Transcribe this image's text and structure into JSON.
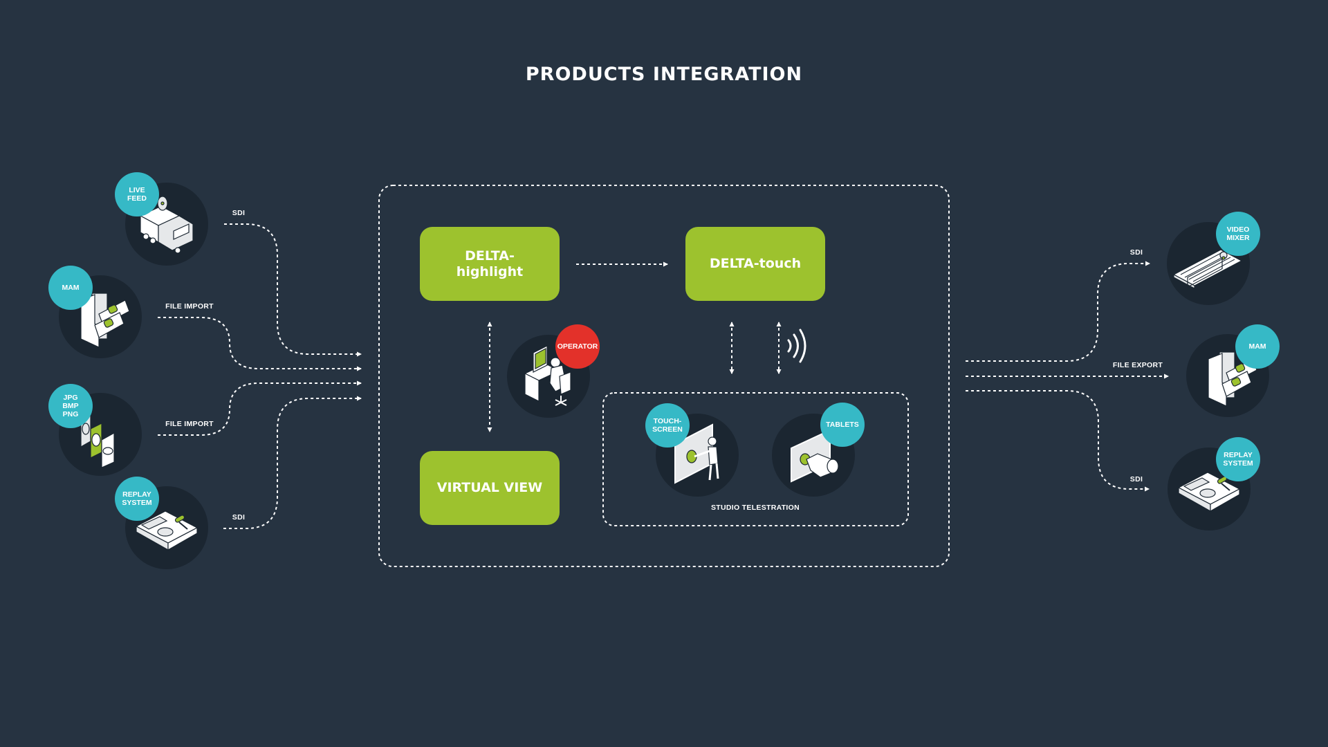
{
  "title": "PRODUCTS INTEGRATION",
  "colors": {
    "background": "#263341",
    "node": "#1b2631",
    "product": "#9dc22e",
    "badge": "#36b9c6",
    "operator_badge": "#e3312a",
    "line": "#ffffff"
  },
  "inputs": [
    {
      "badge": "LIVE\nFEED",
      "icon": "broadcast-truck-icon",
      "connection": "SDI"
    },
    {
      "badge": "MAM",
      "icon": "media-asset-folder-icon",
      "connection": "FILE IMPORT"
    },
    {
      "badge": "JPG\nBMP\nPNG",
      "icon": "image-files-icon",
      "connection": "FILE IMPORT"
    },
    {
      "badge": "REPLAY\nSYSTEM",
      "icon": "replay-controller-icon",
      "connection": "SDI"
    }
  ],
  "products": {
    "highlight": "DELTA-\nhighlight",
    "touch": "DELTA-touch",
    "virtual": "VIRTUAL VIEW"
  },
  "operator": {
    "badge": "OPERATOR",
    "icon": "operator-workstation-icon"
  },
  "telestration": {
    "label": "STUDIO TELESTRATION",
    "devices": [
      {
        "badge": "TOUCH-\nSCREEN",
        "icon": "touchscreen-user-icon"
      },
      {
        "badge": "TABLETS",
        "icon": "tablet-hand-icon"
      }
    ],
    "wireless_icon": "wireless-signal-icon"
  },
  "outputs": [
    {
      "badge": "VIDEO\nMIXER",
      "icon": "video-mixer-icon",
      "connection": "SDI"
    },
    {
      "badge": "MAM",
      "icon": "media-asset-folder-icon",
      "connection": "FILE EXPORT"
    },
    {
      "badge": "REPLAY\nSYSTEM",
      "icon": "replay-controller-icon",
      "connection": "SDI"
    }
  ]
}
